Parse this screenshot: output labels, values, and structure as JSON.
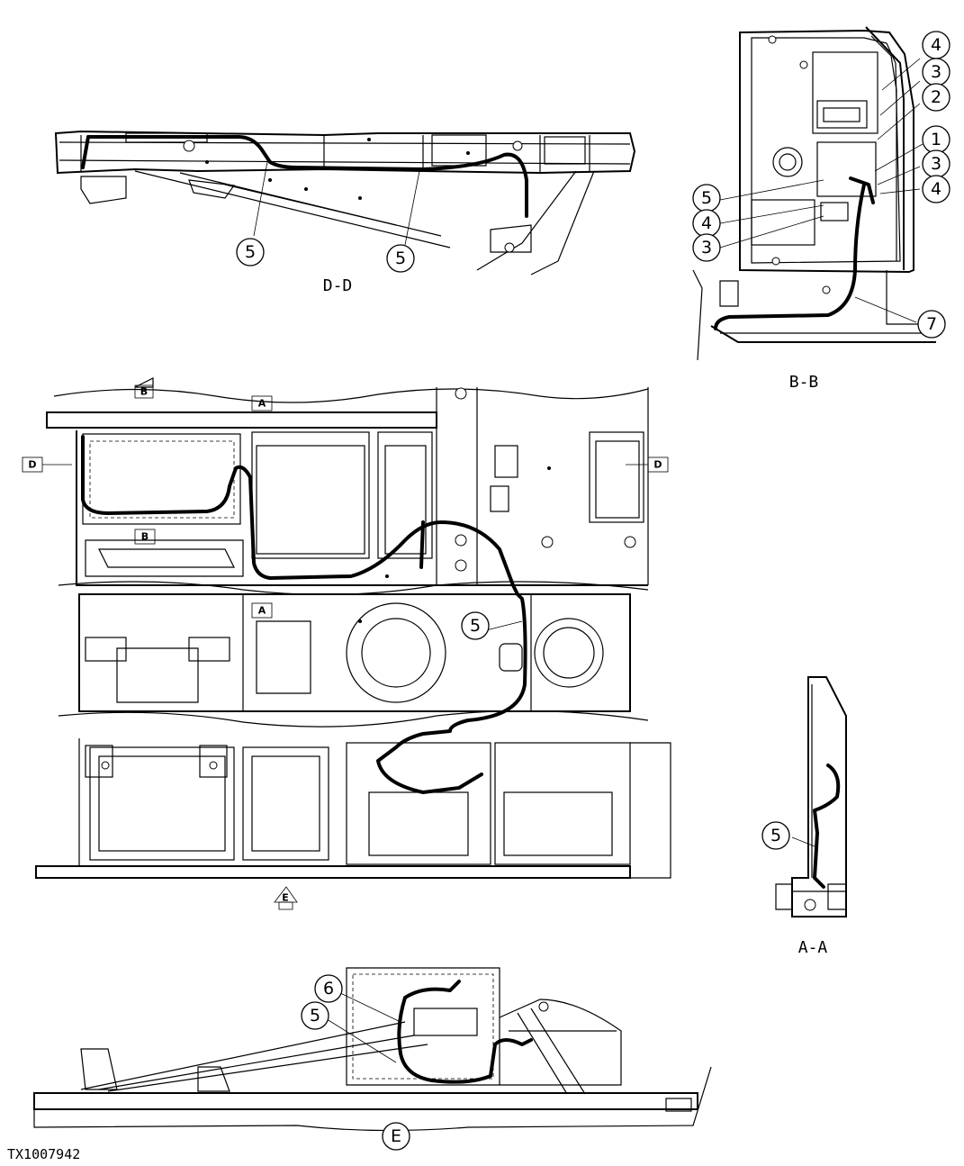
{
  "figure_id": "TX1007942",
  "views": {
    "dd": {
      "label": "D-D",
      "callouts": [
        "5",
        "5"
      ]
    },
    "bb": {
      "label": "B-B",
      "callouts": [
        "4",
        "3",
        "2",
        "1",
        "3",
        "4",
        "5",
        "4",
        "3",
        "7"
      ]
    },
    "aa": {
      "label": "A-A",
      "callouts": [
        "5"
      ]
    },
    "main": {
      "callouts": [
        "5"
      ]
    },
    "e": {
      "label": "E",
      "callouts": [
        "6",
        "5"
      ]
    }
  },
  "section_arrows": {
    "b_top": "B",
    "a_top": "A",
    "d_left": "D",
    "d_right": "D",
    "b_mid": "B",
    "a_mid": "A",
    "e_bottom": "E"
  }
}
